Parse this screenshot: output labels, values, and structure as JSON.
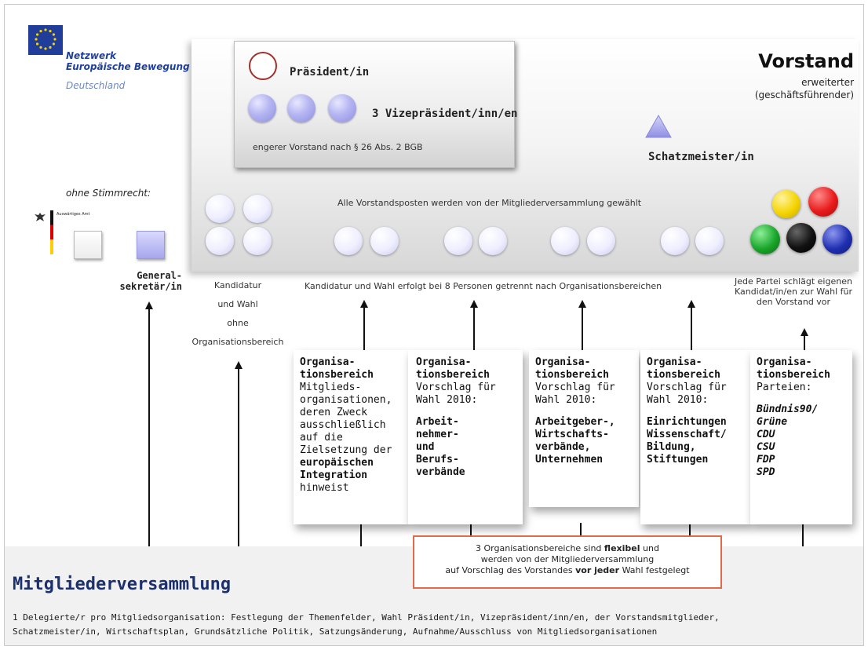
{
  "logo": {
    "line1": "Netzwerk",
    "line2": "Europäische Bewegung",
    "line3": "Deutschland"
  },
  "board": {
    "title": "Vorstand",
    "subtitle1": "erweiterter",
    "subtitle2": "(geschäftsführender)",
    "president": "Präsident/in",
    "vice": "3 Vizepräsident/inn/en",
    "inner_note": "engerer Vorstand nach § 26 Abs. 2 BGB",
    "treasurer": "Schatzmeister/in",
    "elected_note": "Alle Vorstandsposten werden von der Mitgliederversammlung gewählt"
  },
  "left": {
    "no_vote": "ohne Stimmrecht:",
    "ministry": "Auswärtiges Amt",
    "secretary1": "General-",
    "secretary2": "sekretär/in",
    "candidacy1": "Kandidatur",
    "candidacy2": "und Wahl",
    "candidacy3": "ohne",
    "candidacy4": "Organisationsbereich"
  },
  "mid_note": "Kandidatur und Wahl erfolgt bei 8 Personen getrennt nach Organisationsbereichen",
  "party_note": {
    "l1": "Jede Partei schlägt eigenen",
    "l2": "Kandidat/in/en zur Wahl für",
    "l3": "den Vorstand vor"
  },
  "org_areas": [
    {
      "h1": "Organisa-",
      "h2": "tionsbereich",
      "lines": [
        "Mitglieds-",
        "organisationen,",
        "deren Zweck",
        "ausschließlich",
        "auf die",
        "Zielsetzung der"
      ],
      "bold": [
        "europäischen",
        "Integration"
      ],
      "tail": [
        "hinweist"
      ]
    },
    {
      "h1": "Organisa-",
      "h2": "tionsbereich",
      "lines": [
        "Vorschlag für",
        "Wahl 2010:"
      ],
      "bold": [
        "Arbeit-",
        "nehmer-",
        "und",
        "Berufs-",
        "verbände"
      ],
      "tail": []
    },
    {
      "h1": "Organisa-",
      "h2": "tionsbereich",
      "lines": [
        "Vorschlag für",
        "Wahl 2010:"
      ],
      "bold": [
        "Arbeitgeber-,",
        "Wirtschafts-",
        "verbände,",
        "Unternehmen"
      ],
      "tail": []
    },
    {
      "h1": "Organisa-",
      "h2": "tionsbereich",
      "lines": [
        "Vorschlag für",
        "Wahl 2010:"
      ],
      "bold": [
        "Einrichtungen",
        "Wissenschaft/",
        "Bildung,",
        "Stiftungen"
      ],
      "tail": []
    },
    {
      "h1": "Organisa-",
      "h2": "tionsbereich",
      "lines": [
        "Parteien:"
      ],
      "bold": [
        "Bündnis90/",
        "Grüne",
        "CDU",
        "CSU",
        "FDP",
        "SPD"
      ],
      "tail": []
    }
  ],
  "flex_box": {
    "l1_a": "3 Organisationsbereiche sind ",
    "l1_b": "flexibel",
    "l1_c": " und",
    "l2": "werden von der Mitgliederversammlung",
    "l3_a": "auf Vorschlag des Vorstandes ",
    "l3_b": "vor jeder",
    "l3_c": " Wahl festgelegt"
  },
  "assembly": {
    "title": "Mitgliederversammlung",
    "desc1": "1 Delegierte/r pro Mitgliedsorganisation: Festlegung der Themenfelder, Wahl Präsident/in, Vizepräsident/inn/en, der Vorstandsmitglieder,",
    "desc2": "Schatzmeister/in, Wirtschaftsplan, Grundsätzliche Politik, Satzungsänderung, Aufnahme/Ausschluss von Mitgliedsorganisationen"
  },
  "colors": {
    "lavender": "#b5b5f2",
    "yellow": "#f4d400",
    "red": "#e81b1b",
    "green": "#1aa52a",
    "black": "#111111",
    "blue": "#1f2fb0",
    "flex_border": "#e06a4a",
    "assembly_title": "#1c2f6e"
  }
}
